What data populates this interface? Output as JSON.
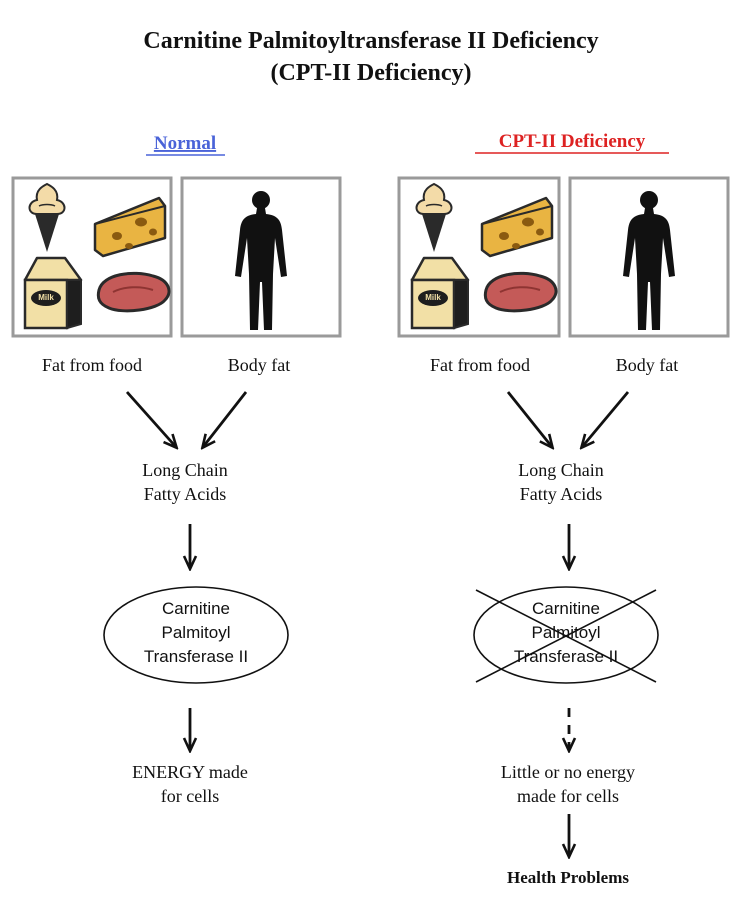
{
  "title": {
    "line1": "Carnitine Palmitoyltransferase II Deficiency",
    "line2": "(CPT-II Deficiency)"
  },
  "colors": {
    "normal_heading": "#4a63d8",
    "deficiency_heading": "#dd2222",
    "ink": "#111111",
    "panel_border": "#9a9a9a",
    "milk": "#f2e0a6",
    "cheese": "#e9b442",
    "steak": "#c45a58",
    "cone": "#2a2a2a"
  },
  "normal": {
    "heading": "Normal",
    "food_label": "Fat from food",
    "body_label": "Body fat",
    "fatty_acids": [
      "Long Chain",
      "Fatty Acids"
    ],
    "enzyme": [
      "Carnitine",
      "Palmitoyl",
      "Transferase II"
    ],
    "result": [
      "ENERGY made",
      "for cells"
    ]
  },
  "deficiency": {
    "heading": "CPT-II Deficiency",
    "food_label": "Fat from food",
    "body_label": "Body fat",
    "fatty_acids": [
      "Long Chain",
      "Fatty Acids"
    ],
    "enzyme": [
      "Carnitine",
      "Palmitoyl",
      "Transferase II"
    ],
    "result": [
      "Little or no energy",
      "made for cells"
    ],
    "outcome": "Health Problems"
  },
  "icons": {
    "milk_text": "Milk"
  }
}
